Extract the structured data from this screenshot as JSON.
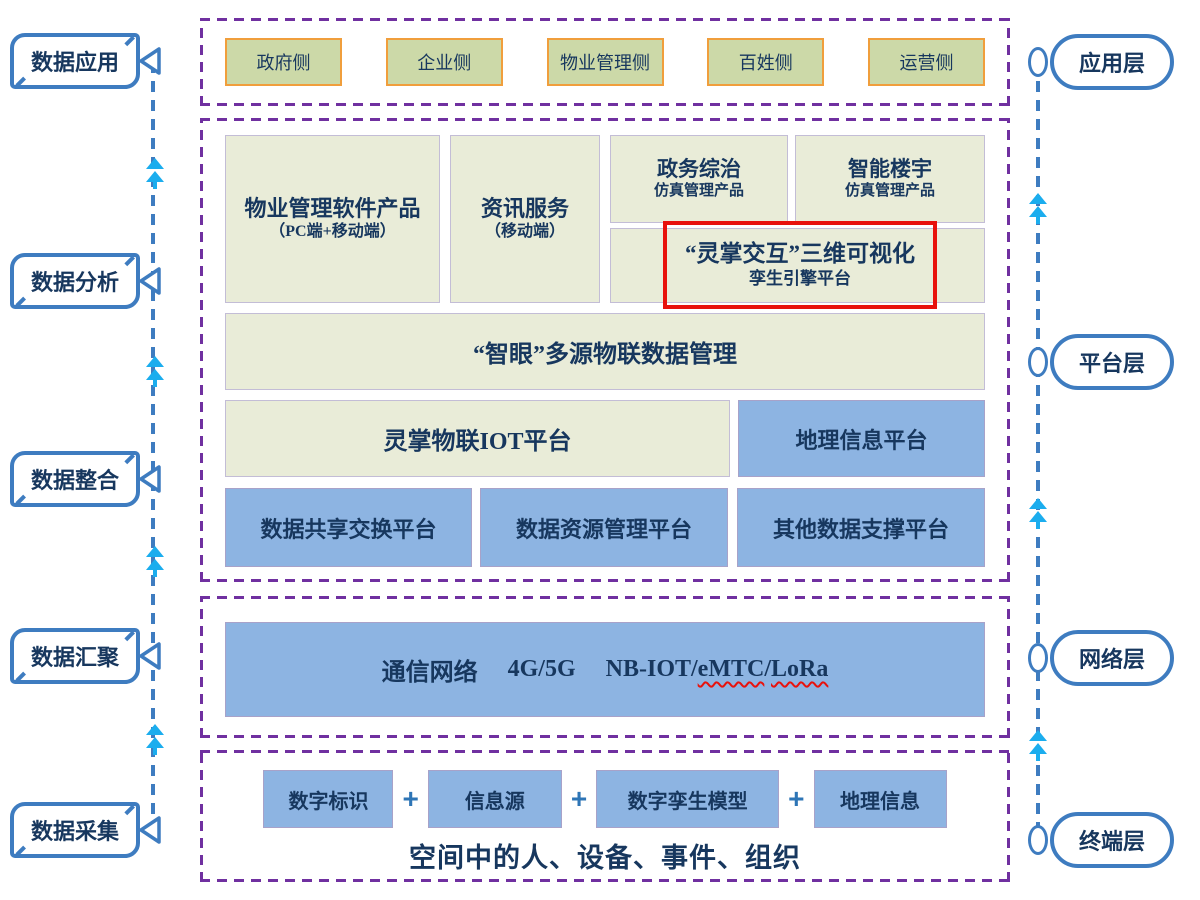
{
  "colors": {
    "blue_line": "#3e7cc0",
    "purple_dash": "#7030a0",
    "cyan_arrow": "#1badee",
    "navy_text": "#17375e",
    "green_fill": "#ccd9a8",
    "orange_border": "#f09e3c",
    "light_fill": "#e9ecd8",
    "blue_fill": "#8db4e2",
    "red_highlight": "#e8120c"
  },
  "left_labels": [
    {
      "label": "数据应用"
    },
    {
      "label": "数据分析"
    },
    {
      "label": "数据整合"
    },
    {
      "label": "数据汇聚"
    },
    {
      "label": "数据采集"
    }
  ],
  "right_labels": [
    {
      "label": "应用层"
    },
    {
      "label": "平台层"
    },
    {
      "label": "网络层"
    },
    {
      "label": "终端层"
    }
  ],
  "app_layer": {
    "items": [
      {
        "label": "政府侧"
      },
      {
        "label": "企业侧"
      },
      {
        "label": "物业管理侧"
      },
      {
        "label": "百姓侧"
      },
      {
        "label": "运营侧"
      }
    ]
  },
  "platform_layer": {
    "property_software": {
      "title": "物业管理软件产品",
      "subtitle": "（PC端+移动端）"
    },
    "info_service": {
      "title": "资讯服务",
      "subtitle": "（移动端）"
    },
    "gov_sim": {
      "title": "政务综治",
      "subtitle": "仿真管理产品"
    },
    "building_sim": {
      "title": "智能楼宇",
      "subtitle": "仿真管理产品"
    },
    "twin_engine": {
      "title": "“灵掌交互”三维可视化",
      "subtitle": "孪生引擎平台"
    },
    "smart_eye": {
      "title": "“智眼”多源物联数据管理"
    },
    "iot_platform": {
      "title": "灵掌物联IOT平台"
    },
    "gis_platform": {
      "title": "地理信息平台"
    },
    "data_share": {
      "title": "数据共享交换平台"
    },
    "data_resource": {
      "title": "数据资源管理平台"
    },
    "data_support": {
      "title": "其他数据支撑平台"
    }
  },
  "network_layer": {
    "prefix": "通信网络",
    "mid": "4G/5G",
    "nbiot": "NB-IOT/",
    "emtc": "eMTC",
    "sep": "/",
    "lora": "LoRa"
  },
  "terminal_layer": {
    "items": [
      {
        "label": "数字标识"
      },
      {
        "label": "信息源"
      },
      {
        "label": "数字孪生模型"
      },
      {
        "label": "地理信息"
      }
    ],
    "plus": "+",
    "caption": "空间中的人、设备、事件、组织"
  }
}
